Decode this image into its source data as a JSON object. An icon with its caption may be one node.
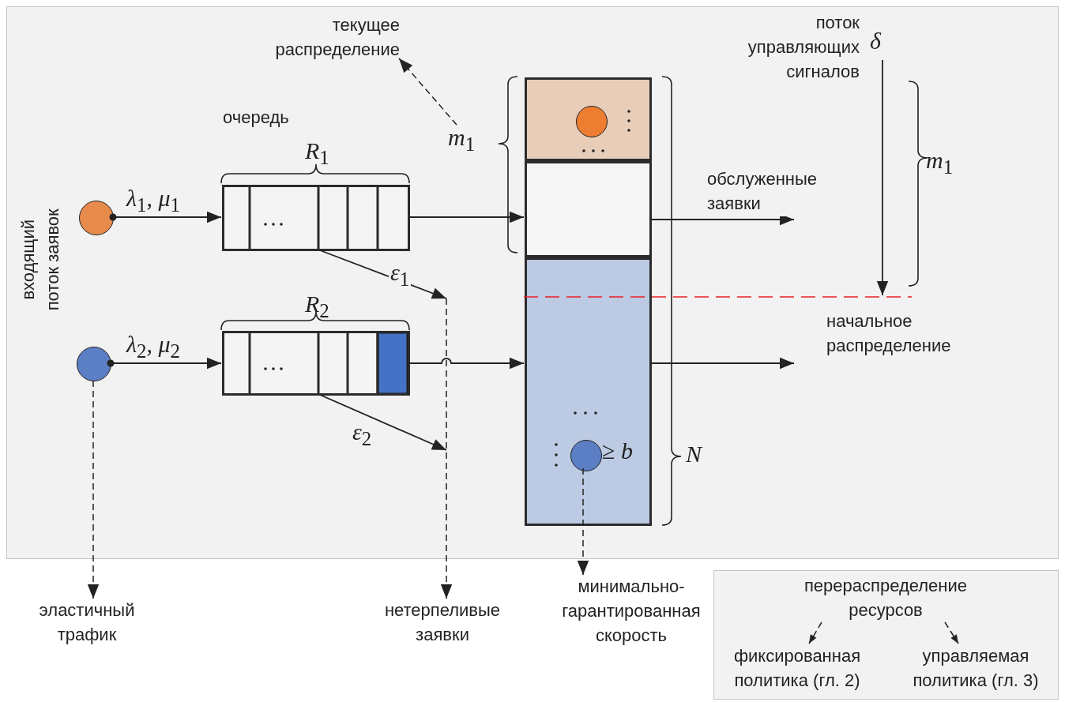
{
  "diagram": {
    "nodes": [
      {
        "text": [],
        "shape": "box"
      },
      {
        "text": [
          "*m*$_{1}$"
        ],
        "in": 0
      },
      {
        "text": [
          "текущее распределение"
        ],
        "in": 0
      },
      {
        "text": [],
        "shape": "circle",
        "in": 0
      },
      {
        "text": [],
        "shape": "box",
        "in": 0,
        "beside": [
          "*R*$_{1}$"
        ]
      },
      {
        "text": [],
        "shape": "box",
        "in": 0
      },
      {
        "text": [],
        "shape": "circle",
        "in": 5
      },
      {
        "text": [],
        "shape": "box",
        "in": 0
      },
      {
        "text": [
          "δ"
        ],
        "in": 0,
        "beside": [
          "поток управляющих сигналов"
        ]
      },
      {
        "text": [],
        "shape": "circle",
        "in": 0
      },
      {
        "text": [],
        "shape": "box",
        "in": 0,
        "beside": [
          "*R*$_{2}$"
        ]
      },
      {
        "text": [],
        "shape": "box",
        "in": 0
      },
      {
        "text": [],
        "shape": "circle",
        "in": 11,
        "beside": [
          "≥ *b*"
        ]
      },
      {
        "text": [
          "эластичный трафик"
        ]
      },
      {
        "text": [
          "нетерпеливые заявки"
        ]
      },
      {
        "text": [
          "минимально-гарантированная скорость"
        ]
      },
      {
        "text": [],
        "shape": "box"
      },
      {
        "text": [
          "перераспределение ресурсов"
        ],
        "in": 16
      },
      {
        "text": [
          "фиксированная политика (гл. 2)"
        ],
        "in": 16
      },
      {
        "text": [
          "управляемая политика (гл. 3)"
        ],
        "in": 16
      }
    ],
    "edges": [
      {
        "from": 3,
        "to": 4,
        "arrow": "to",
        "label": "*λ*$_{1}$, *μ*$_{1}$"
      },
      {
        "from": 4,
        "to": 7,
        "arrow": "to"
      },
      {
        "from": 4,
        "to": null,
        "arrow": "to",
        "label": "*ε*$_{1}$"
      },
      {
        "from": 9,
        "to": 10,
        "arrow": "to",
        "label": "*λ*$_{2}$, *μ*$_{2}$"
      },
      {
        "from": 10,
        "to": 11,
        "arrow": "to"
      },
      {
        "from": 10,
        "to": null,
        "arrow": "to",
        "label": "*ε*$_{2}$"
      },
      {
        "from": 7,
        "to": null,
        "arrow": "to",
        "label": "обслуженные заявки"
      },
      {
        "from": 11,
        "to": null,
        "arrow": "to"
      },
      {
        "from": 1,
        "to": 2,
        "arrow": "to",
        "style": "dashed"
      },
      {
        "from": 8,
        "to": null,
        "arrow": "to"
      },
      {
        "from": 9,
        "to": 13,
        "arrow": "to",
        "style": "dashed"
      },
      {
        "from": 12,
        "to": 15,
        "arrow": "to",
        "style": "dashed"
      },
      {
        "from": 17,
        "to": 18,
        "arrow": "to",
        "style": "dashed"
      },
      {
        "from": 17,
        "to": 19,
        "arrow": "to",
        "style": "dashed"
      },
      {
        "from": null,
        "to": 14,
        "arrow": "to",
        "style": "dashed"
      }
    ],
    "labels": [
      "очередь",
      "*m*$_{1}$",
      "входящий поток заявок",
      "начальное распределение",
      "N"
    ]
  }
}
